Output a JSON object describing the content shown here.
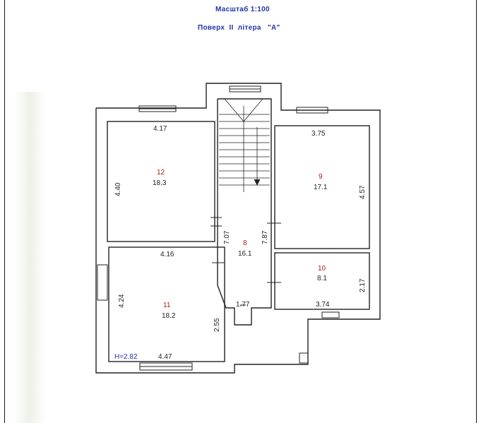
{
  "header": {
    "scale": "Масштаб 1:100",
    "floor_line": "Поверх  II  літера   \"А\""
  },
  "rooms": [
    {
      "id": "room-12",
      "number": "12",
      "area": "18.3",
      "width": "4.17",
      "depth": "4.40"
    },
    {
      "id": "room-9",
      "number": "9",
      "area": "17.1",
      "width": "3.75",
      "depth": "4.57"
    },
    {
      "id": "room-8",
      "number": "8",
      "area": "16.1",
      "depth_left": "7.07",
      "depth_right": "7.87",
      "door_width": "1.77"
    },
    {
      "id": "room-10",
      "number": "10",
      "area": "8.1",
      "width": "3.74",
      "depth": "2.17"
    },
    {
      "id": "room-11",
      "number": "11",
      "area": "18.2",
      "width_top": "4.16",
      "width_bottom": "4.47",
      "depth": "4.24",
      "depth_small": "2.55"
    }
  ],
  "ceiling_height": "H=2.82",
  "colors": {
    "title": "#2233a8",
    "room_number": "#b01818",
    "wall": "#222222"
  }
}
